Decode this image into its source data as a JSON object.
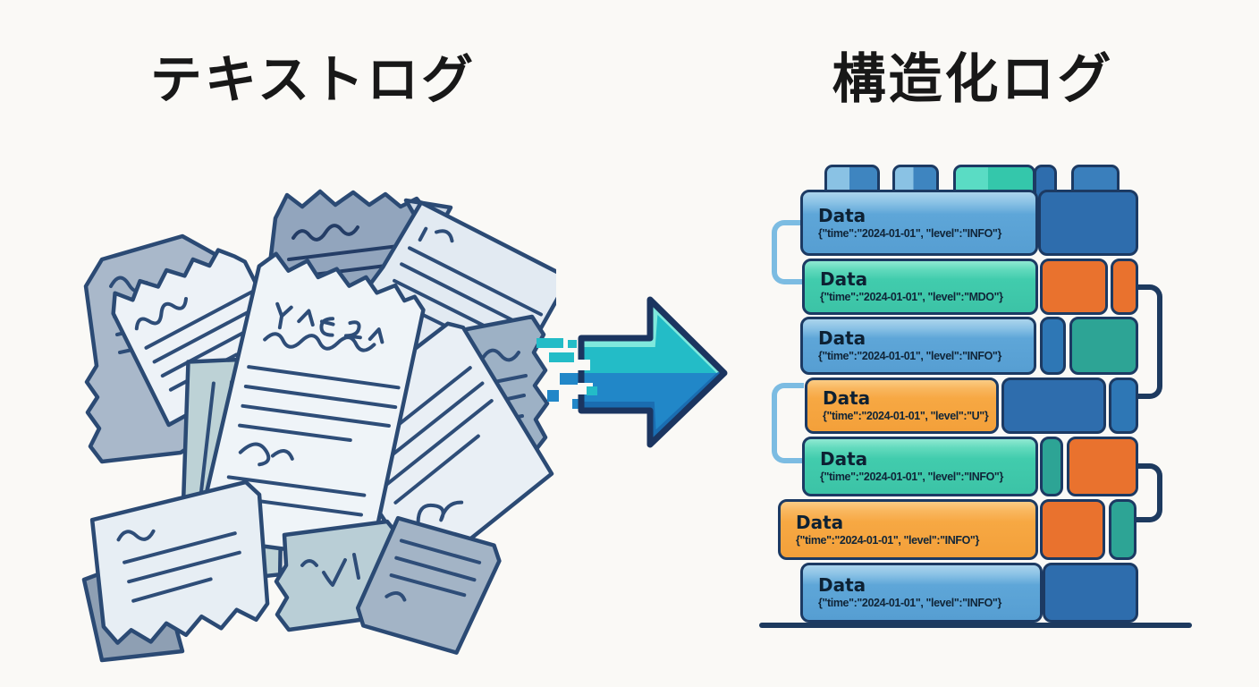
{
  "titles": {
    "left": "テキストログ",
    "right": "構造化ログ"
  },
  "arrow": {
    "icon": "pixel-arrow-right-icon",
    "direction": "right",
    "color_top": "#23bcc7",
    "color_bottom": "#2187c8",
    "outline": "#1b3560"
  },
  "pile": {
    "illustration": "pile-of-crumpled-handwritten-text-logs"
  },
  "stack": {
    "stud_colors": [
      "blue",
      "blue",
      "teal",
      "blue"
    ],
    "rows": [
      {
        "label": "Data",
        "json": "{\"time\":\"2024-01-01\", \"level\":\"INFO\"}",
        "color": "blue",
        "right_blocks": [
          "darkblue"
        ]
      },
      {
        "label": "Data",
        "json": "{\"time\":\"2024-01-01\", \"level\":\"MDO\"}",
        "color": "teal",
        "right_blocks": [
          "orange",
          "orange"
        ]
      },
      {
        "label": "Data",
        "json": "{\"time\":\"2024-01-01\", \"level\":\"INFO\"}",
        "color": "blue",
        "right_blocks": [
          "blue",
          "teal"
        ]
      },
      {
        "label": "Data",
        "json": "{\"time\":\"2024-01-01\", \"level\":\"U\"}",
        "color": "orange",
        "right_blocks": [
          "darkblue",
          "blue"
        ]
      },
      {
        "label": "Data",
        "json": "{\"time\":\"2024-01-01\", \"level\":\"INFO\"}",
        "color": "teal",
        "right_blocks": [
          "teal",
          "orange"
        ]
      },
      {
        "label": "Data",
        "json": "{\"time\":\"2024-01-01\", \"level\":\"INFO\"}",
        "color": "orange",
        "right_blocks": [
          "orange",
          "teal"
        ]
      },
      {
        "label": "Data",
        "json": "{\"time\":\"2024-01-01\", \"level\":\"INFO\"}",
        "color": "blue",
        "right_blocks": [
          "darkblue"
        ]
      }
    ]
  },
  "palette": {
    "background": "#faf9f6",
    "outline_navy": "#1c3a63",
    "block_blue": "#5ea6d8",
    "block_teal": "#41ccad",
    "block_orange": "#f7a843",
    "side_darkblue": "#2e6dad",
    "side_orange": "#e9722e",
    "side_teal": "#2da495",
    "bracket_lightblue": "#7cbce2",
    "title_text": "#181818"
  }
}
